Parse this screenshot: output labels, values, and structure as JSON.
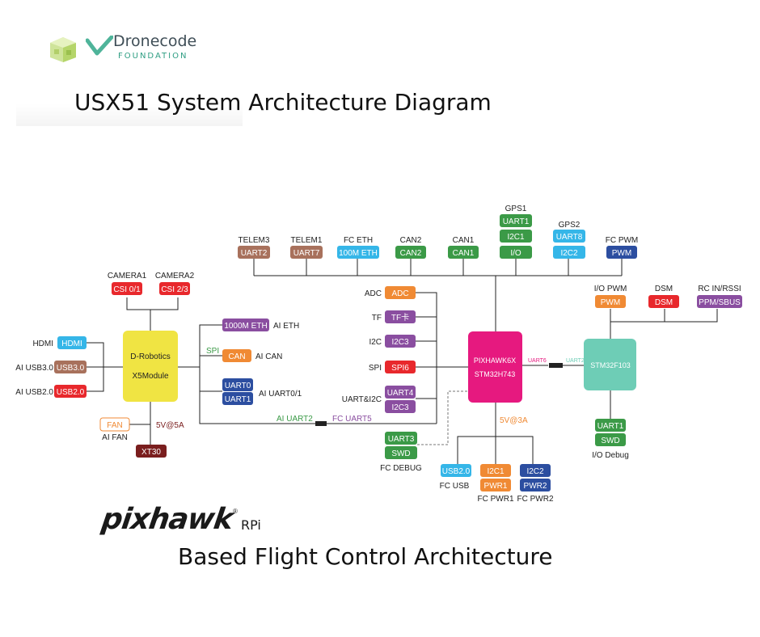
{
  "header": {
    "brand_name": "Dronecode",
    "brand_sub": "FOUNDATION",
    "title": "USX51 System Architecture Diagram"
  },
  "footer": {
    "brand": "pixhawk",
    "brand_suffix": "RPi",
    "registered": "®",
    "subtitle": "Based Flight Control Architecture"
  },
  "colors": {
    "red": "#e8282c",
    "brown": "#a8715c",
    "sky": "#35b6e8",
    "green": "#3b9a47",
    "orange": "#f08a34",
    "purple": "#8a4ea0",
    "navy": "#2c4ea0",
    "maroon": "#7a1e1e",
    "magenta": "#e6197f",
    "yellow": "#f0e443",
    "teal": "#6ecdb6",
    "line": "#222222"
  },
  "nodes": {
    "x5": {
      "line1": "D-Robotics",
      "line2": "X5Module"
    },
    "pixhawk": {
      "line1": "PIXHAWK6X",
      "line2": "STM32H743"
    },
    "stm32": {
      "label": "STM32F103"
    }
  },
  "tags": {
    "csi01": "CSI 0/1",
    "csi23": "CSI 2/3",
    "hdmi": "HDMI",
    "usb30": "USB3.0",
    "usb20a": "USB2.0",
    "fan": "FAN",
    "xt30": "XT30",
    "eth1000": "1000M ETH",
    "can_ai": "CAN",
    "uart0": "UART0",
    "uart1_ai": "UART1",
    "telem3": "UART2",
    "telem1": "UART7",
    "fceth": "100M ETH",
    "can2": "CAN2",
    "can1": "CAN1",
    "gps1_uart": "UART1",
    "gps1_i2c": "I2C1",
    "io": "I/O",
    "gps2_uart": "UART8",
    "gps2_i2c": "I2C2",
    "fcpwm": "PWM",
    "adc": "ADC",
    "tf": "TF卡",
    "i2c3": "I2C3",
    "spi6": "SPI6",
    "uart4": "UART4",
    "i2c3b": "I2C3",
    "uart3": "UART3",
    "swd": "SWD",
    "usb20b": "USB2.0",
    "i2c1": "I2C1",
    "pwr1": "PWR1",
    "i2c2": "I2C2",
    "pwr2": "PWR2",
    "iopwm": "PWM",
    "dsm": "DSM",
    "ppm": "PPM/SBUS",
    "io_uart1": "UART1",
    "io_swd": "SWD"
  },
  "labels": {
    "camera1": "CAMERA1",
    "camera2": "CAMERA2",
    "hdmi": "HDMI",
    "usb30": "AI USB3.0",
    "usb20": "AI USB2.0",
    "ai_fan": "AI FAN",
    "pwr_5v5a": "5V@5A",
    "ai_eth": "AI ETH",
    "spi": "SPI",
    "ai_can": "AI CAN",
    "ai_uart01": "AI UART0/1",
    "ai_uart2": "AI UART2",
    "fc_uart5": "FC UART5",
    "telem3": "TELEM3",
    "telem1": "TELEM1",
    "fceth": "FC ETH",
    "can2": "CAN2",
    "can1": "CAN1",
    "gps1": "GPS1",
    "gps2": "GPS2",
    "fcpwm": "FC PWM",
    "adc": "ADC",
    "tf": "TF",
    "i2c": "I2C",
    "spi_fc": "SPI",
    "uart_i2c": "UART&I2C",
    "fc_debug": "FC DEBUG",
    "pwr_5v3a": "5V@3A",
    "fc_usb": "FC USB",
    "fc_pwr1": "FC PWR1",
    "fc_pwr2": "FC PWR2",
    "uart6": "UART6",
    "uart2": "UART2",
    "io_pwm": "I/O PWM",
    "dsm": "DSM",
    "rc_in": "RC IN/RSSI",
    "io_debug": "I/O Debug"
  }
}
